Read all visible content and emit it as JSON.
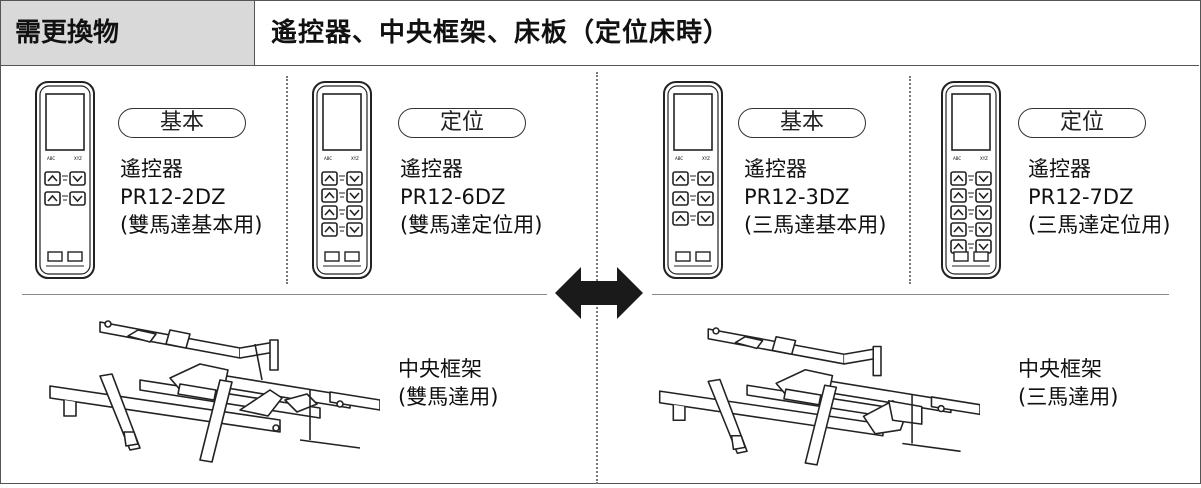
{
  "header": {
    "label": "需更換物",
    "items": "遙控器、中央框架、床板（定位床時）"
  },
  "remotes": [
    {
      "badge": "基本",
      "name": "遙控器",
      "model": "PR12-2DZ",
      "note": "(雙馬達基本用)"
    },
    {
      "badge": "定位",
      "name": "遙控器",
      "model": "PR12-6DZ",
      "note": "(雙馬達定位用)"
    },
    {
      "badge": "基本",
      "name": "遙控器",
      "model": "PR12-3DZ",
      "note": "(三馬達基本用)"
    },
    {
      "badge": "定位",
      "name": "遙控器",
      "model": "PR12-7DZ",
      "note": "(三馬達定位用)"
    }
  ],
  "frames": [
    {
      "name": "中央框架",
      "note": "(雙馬達用)"
    },
    {
      "name": "中央框架",
      "note": "(三馬達用)"
    }
  ],
  "arrow_icon": "double-arrow-icon"
}
